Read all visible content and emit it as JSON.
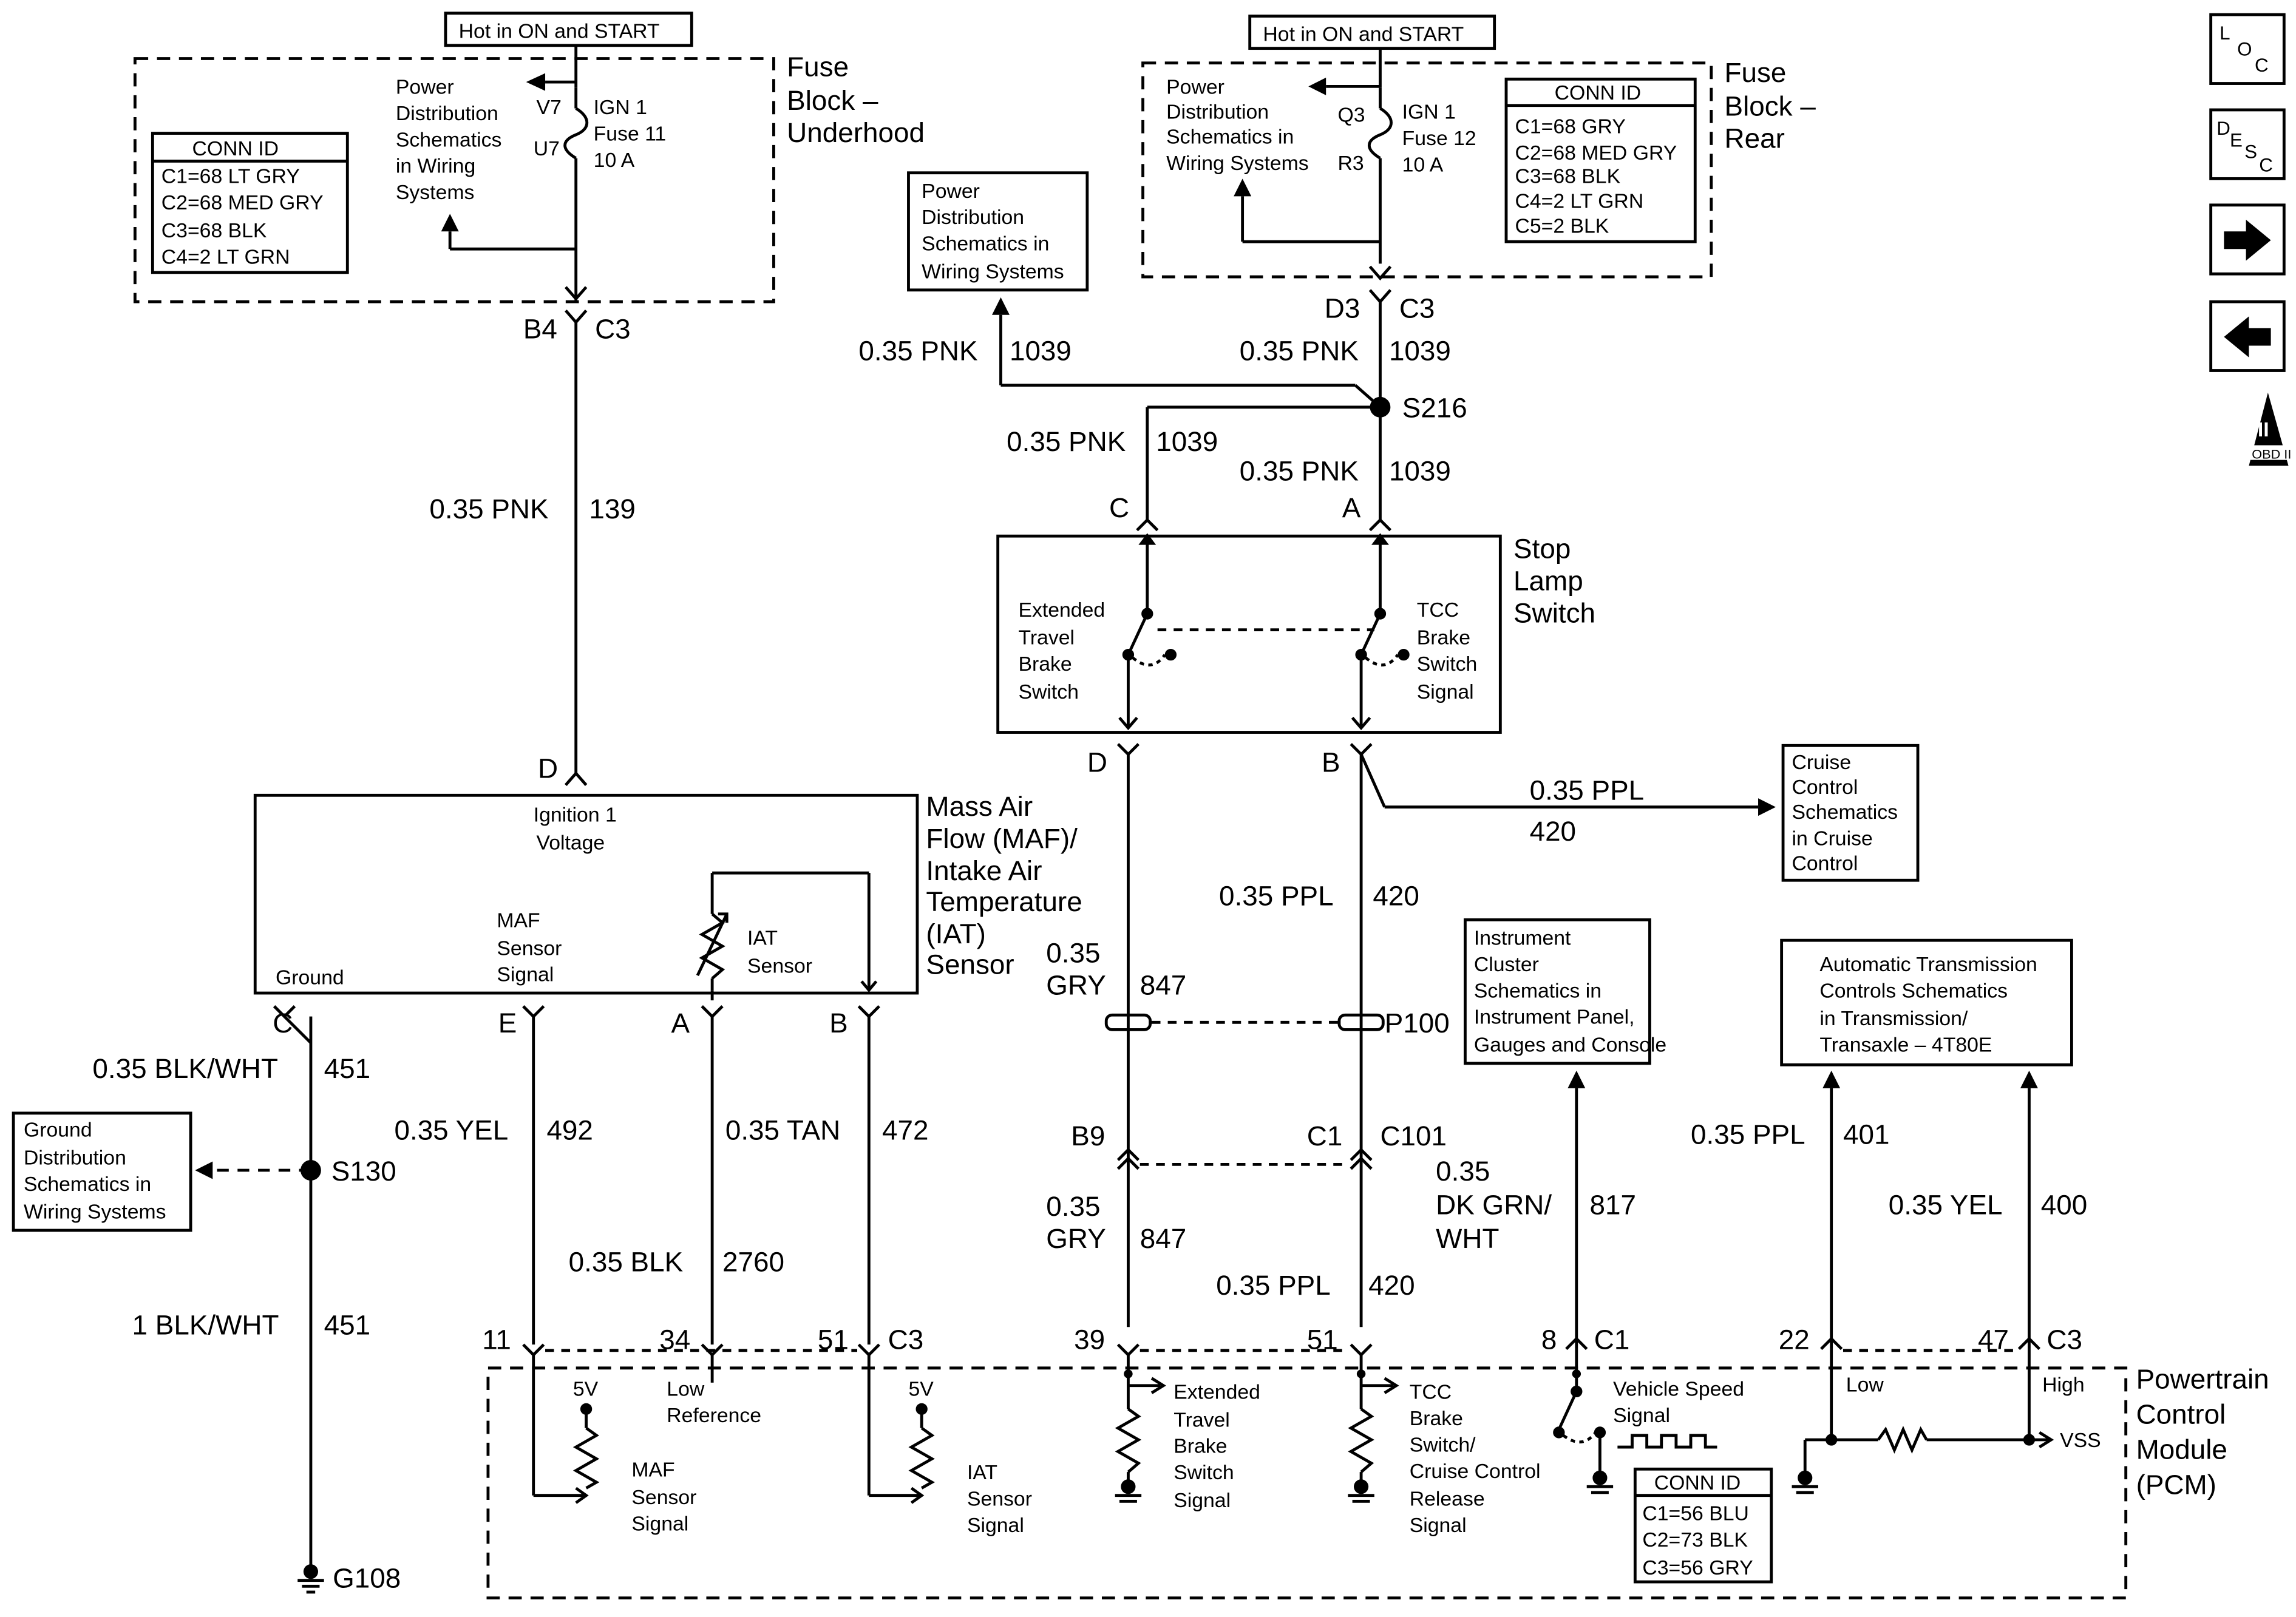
{
  "hot_in_on_start_1": "Hot in ON and START",
  "hot_in_on_start_2": "Hot in ON and START",
  "fuse_block_underhood": {
    "title_lines": [
      "Fuse",
      "Block –",
      "Underhood"
    ],
    "conn_id_title": "CONN ID",
    "conn_ids": [
      "C1=68 LT GRY",
      "C2=68 MED GRY",
      "C3=68 BLK",
      "C4=2 LT GRN"
    ],
    "power_dist_lines": [
      "Power",
      "Distribution",
      "Schematics",
      "in Wiring",
      "Systems"
    ],
    "pin_top": "V7",
    "pin_bottom": "U7",
    "fuse_lines": [
      "IGN 1",
      "Fuse 11",
      "10 A"
    ]
  },
  "fuse_block_rear": {
    "title_lines": [
      "Fuse",
      "Block –",
      "Rear"
    ],
    "conn_id_title": "CONN ID",
    "conn_ids": [
      "C1=68 GRY",
      "C2=68 MED GRY",
      "C3=68 BLK",
      "C4=2 LT GRN",
      "C5=2 BLK"
    ],
    "power_dist_lines": [
      "Power",
      "Distribution",
      "Schematics in",
      "Wiring Systems"
    ],
    "pin_top": "Q3",
    "pin_bottom": "R3",
    "fuse_lines": [
      "IGN 1",
      "Fuse 12",
      "10 A"
    ]
  },
  "power_dist_box_lines": [
    "Power",
    "Distribution",
    "Schematics in",
    "Wiring Systems"
  ],
  "connectors": {
    "b4": "B4",
    "c3_left": "C3",
    "d3": "D3",
    "c3_right": "C3",
    "c": "C",
    "a": "A",
    "d_maf": "D",
    "d_stop": "D",
    "b_stop": "B",
    "c_maf": "C",
    "e_maf": "E",
    "a_maf": "A",
    "b_maf": "B",
    "b9": "B9",
    "c1": "C1",
    "c101": "C101",
    "p100": "P100",
    "s216": "S216",
    "s130": "S130",
    "g108": "G108"
  },
  "wires": {
    "w139_gauge": "0.35 PNK",
    "w139_num": "139",
    "w1039_a_gauge": "0.35 PNK",
    "w1039_a_num": "1039",
    "w1039_b_gauge": "0.35 PNK",
    "w1039_b_num": "1039",
    "w1039_c_gauge": "0.35 PNK",
    "w1039_c_num": "1039",
    "w1039_d_gauge": "0.35 PNK",
    "w1039_d_num": "1039",
    "w420_a_gauge": "0.35 PPL",
    "w420_a_num": "420",
    "w420_b_gauge": "0.35 PPL",
    "w420_b_num": "420",
    "w420_c_gauge": "0.35 PPL",
    "w420_c_num": "420",
    "w847_a_gauge_1": "0.35",
    "w847_a_gauge_2": "GRY",
    "w847_a_num": "847",
    "w847_b_gauge_1": "0.35",
    "w847_b_gauge_2": "GRY",
    "w847_b_num": "847",
    "w451_a_gauge": "0.35 BLK/WHT",
    "w451_a_num": "451",
    "w451_b_gauge": "1 BLK/WHT",
    "w451_b_num": "451",
    "w492_gauge": "0.35 YEL",
    "w492_num": "492",
    "w2760_gauge": "0.35 BLK",
    "w2760_num": "2760",
    "w472_gauge": "0.35 TAN",
    "w472_num": "472",
    "w817_gauge_1": "0.35",
    "w817_gauge_2": "DK GRN/",
    "w817_gauge_3": "WHT",
    "w817_num": "817",
    "w401_gauge": "0.35 PPL",
    "w401_num": "401",
    "w400_gauge": "0.35 YEL",
    "w400_num": "400"
  },
  "stop_lamp": {
    "title_lines": [
      "Stop",
      "Lamp",
      "Switch"
    ],
    "ext_lines": [
      "Extended",
      "Travel",
      "Brake",
      "Switch"
    ],
    "tcc_lines": [
      "TCC",
      "Brake",
      "Switch",
      "Signal"
    ]
  },
  "maf": {
    "title_lines": [
      "Mass Air",
      "Flow (MAF)/",
      "Intake Air",
      "Temperature",
      "(IAT)",
      "Sensor"
    ],
    "ign_lines": [
      "Ignition 1",
      "Voltage"
    ],
    "maf_sig_lines": [
      "MAF",
      "Sensor",
      "Signal"
    ],
    "iat_lines": [
      "IAT",
      "Sensor"
    ],
    "ground": "Ground"
  },
  "cruise_box_lines": [
    "Cruise",
    "Control",
    "Schematics",
    "in Cruise",
    "Control"
  ],
  "instrument_box_lines": [
    "Instrument",
    "Cluster",
    "Schematics in",
    "Instrument Panel,",
    "Gauges and Console"
  ],
  "trans_box_lines": [
    "Automatic Transmission",
    "Controls Schematics",
    "in Transmission/",
    "Transaxle – 4T80E"
  ],
  "ground_box_lines": [
    "Ground",
    "Distribution",
    "Schematics in",
    "Wiring Systems"
  ],
  "pcm": {
    "title_lines": [
      "Powertrain",
      "Control",
      "Module",
      "(PCM)"
    ],
    "pins": [
      "11",
      "34",
      "51",
      "C3",
      "39",
      "51",
      "8",
      "C1",
      "22",
      "47",
      "C3"
    ],
    "v5_a": "5V",
    "v5_b": "5V",
    "low_ref_lines": [
      "Low",
      "Reference"
    ],
    "maf_sig_lines": [
      "MAF",
      "Sensor",
      "Signal"
    ],
    "iat_sig_lines": [
      "IAT",
      "Sensor",
      "Signal"
    ],
    "ext_lines": [
      "Extended",
      "Travel",
      "Brake",
      "Switch",
      "Signal"
    ],
    "tcc_lines": [
      "TCC",
      "Brake",
      "Switch/",
      "Cruise Control",
      "Release",
      "Signal"
    ],
    "vss_lines": [
      "Vehicle Speed",
      "Signal"
    ],
    "conn_id_title": "CONN ID",
    "conn_ids": [
      "C1=56 BLU",
      "C2=73 BLK",
      "C3=56 GRY"
    ],
    "low": "Low",
    "high": "High",
    "vss": "VSS"
  },
  "nav": {
    "loc": [
      "L",
      "O",
      "C"
    ],
    "desc": [
      "D",
      "E",
      "S",
      "C"
    ],
    "obd_roman": "II",
    "obd_text": "OBD II"
  }
}
